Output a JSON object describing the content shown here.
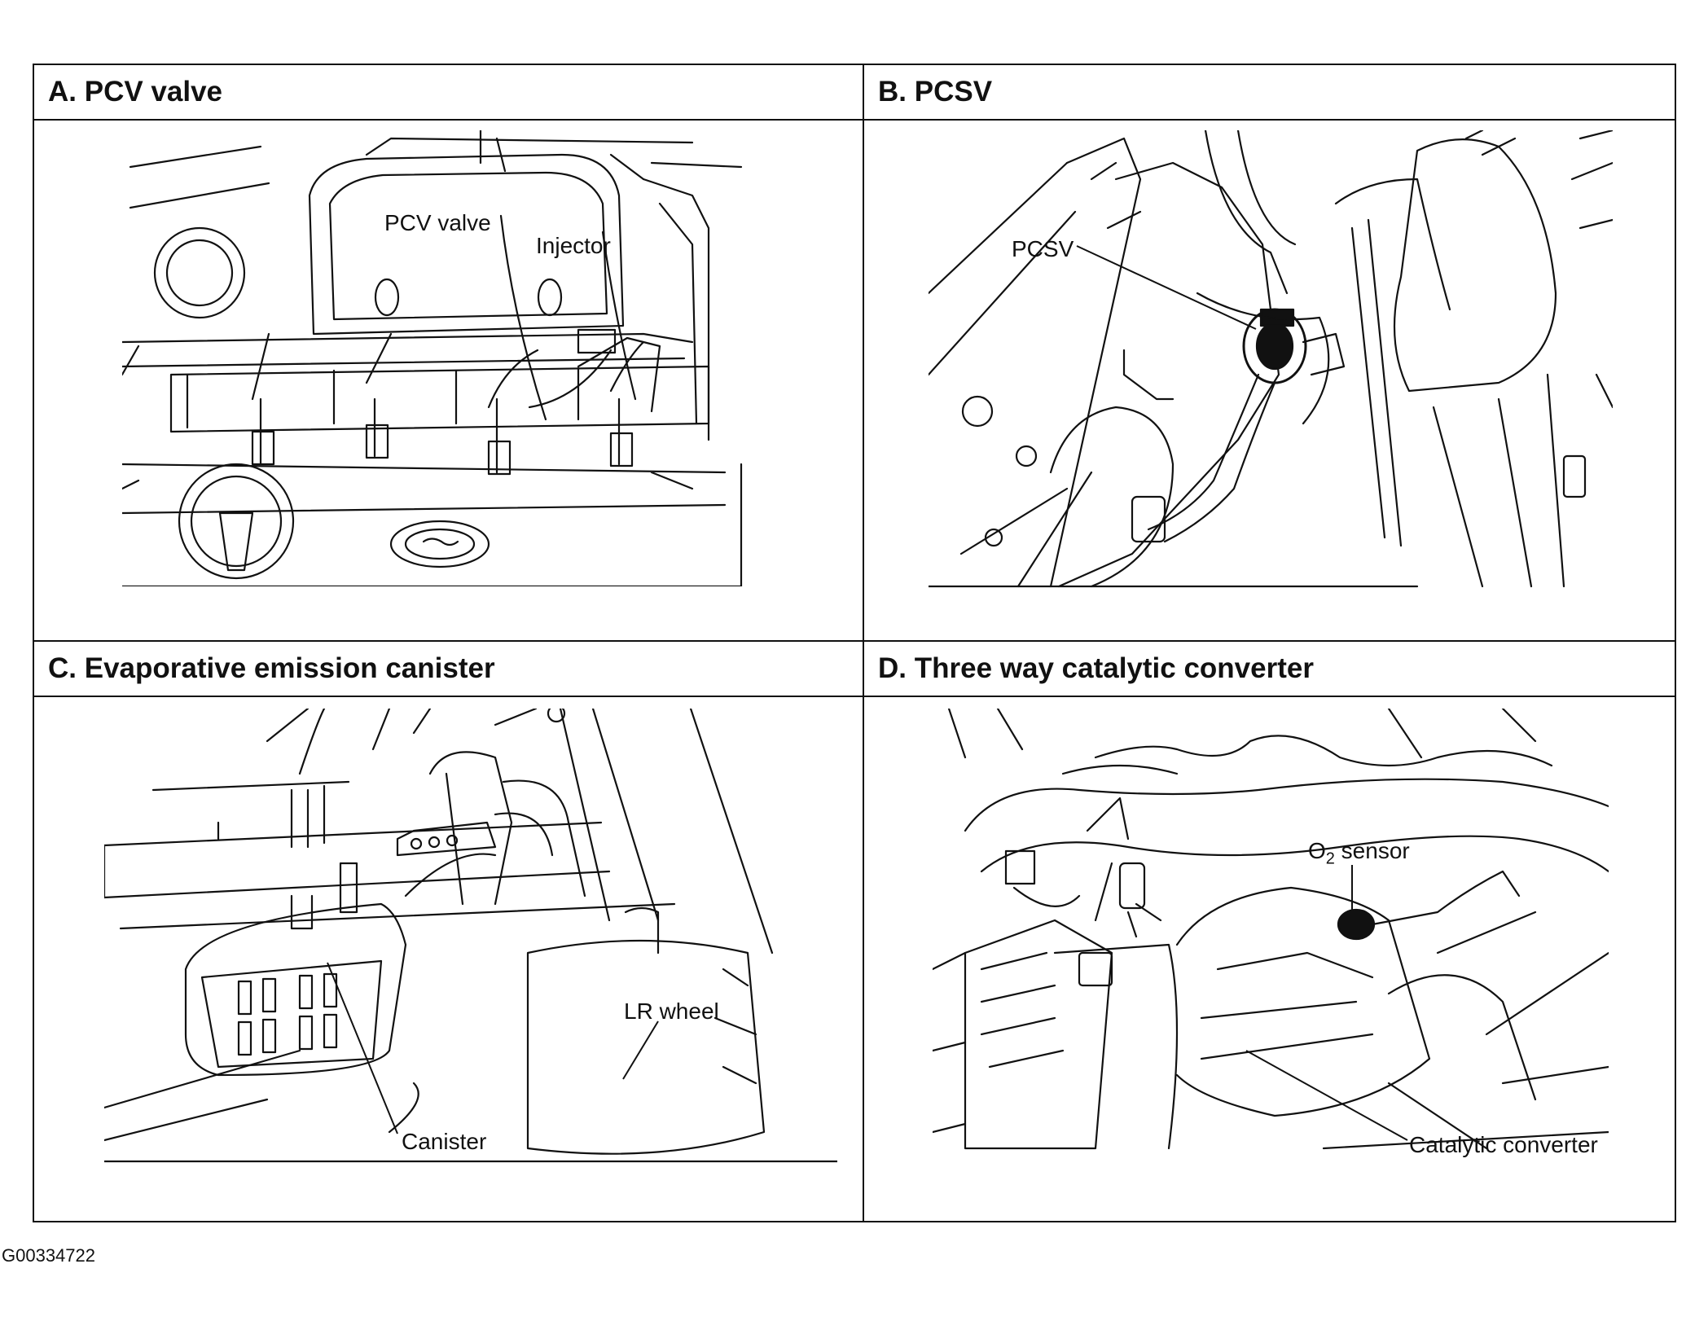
{
  "panels": [
    {
      "id": "A",
      "title": "A. PCV valve",
      "callouts": [
        "PCV valve",
        "Injector"
      ]
    },
    {
      "id": "B",
      "title": "B. PCSV",
      "callouts": [
        "PCSV"
      ]
    },
    {
      "id": "C",
      "title": "C. Evaporative emission canister",
      "callouts": [
        "LR wheel",
        "Canister"
      ]
    },
    {
      "id": "D",
      "title": "D. Three way catalytic converter",
      "callouts": [
        "O",
        "2",
        " sensor",
        "Catalytic converter"
      ]
    }
  ],
  "figure_id": "G00334722"
}
